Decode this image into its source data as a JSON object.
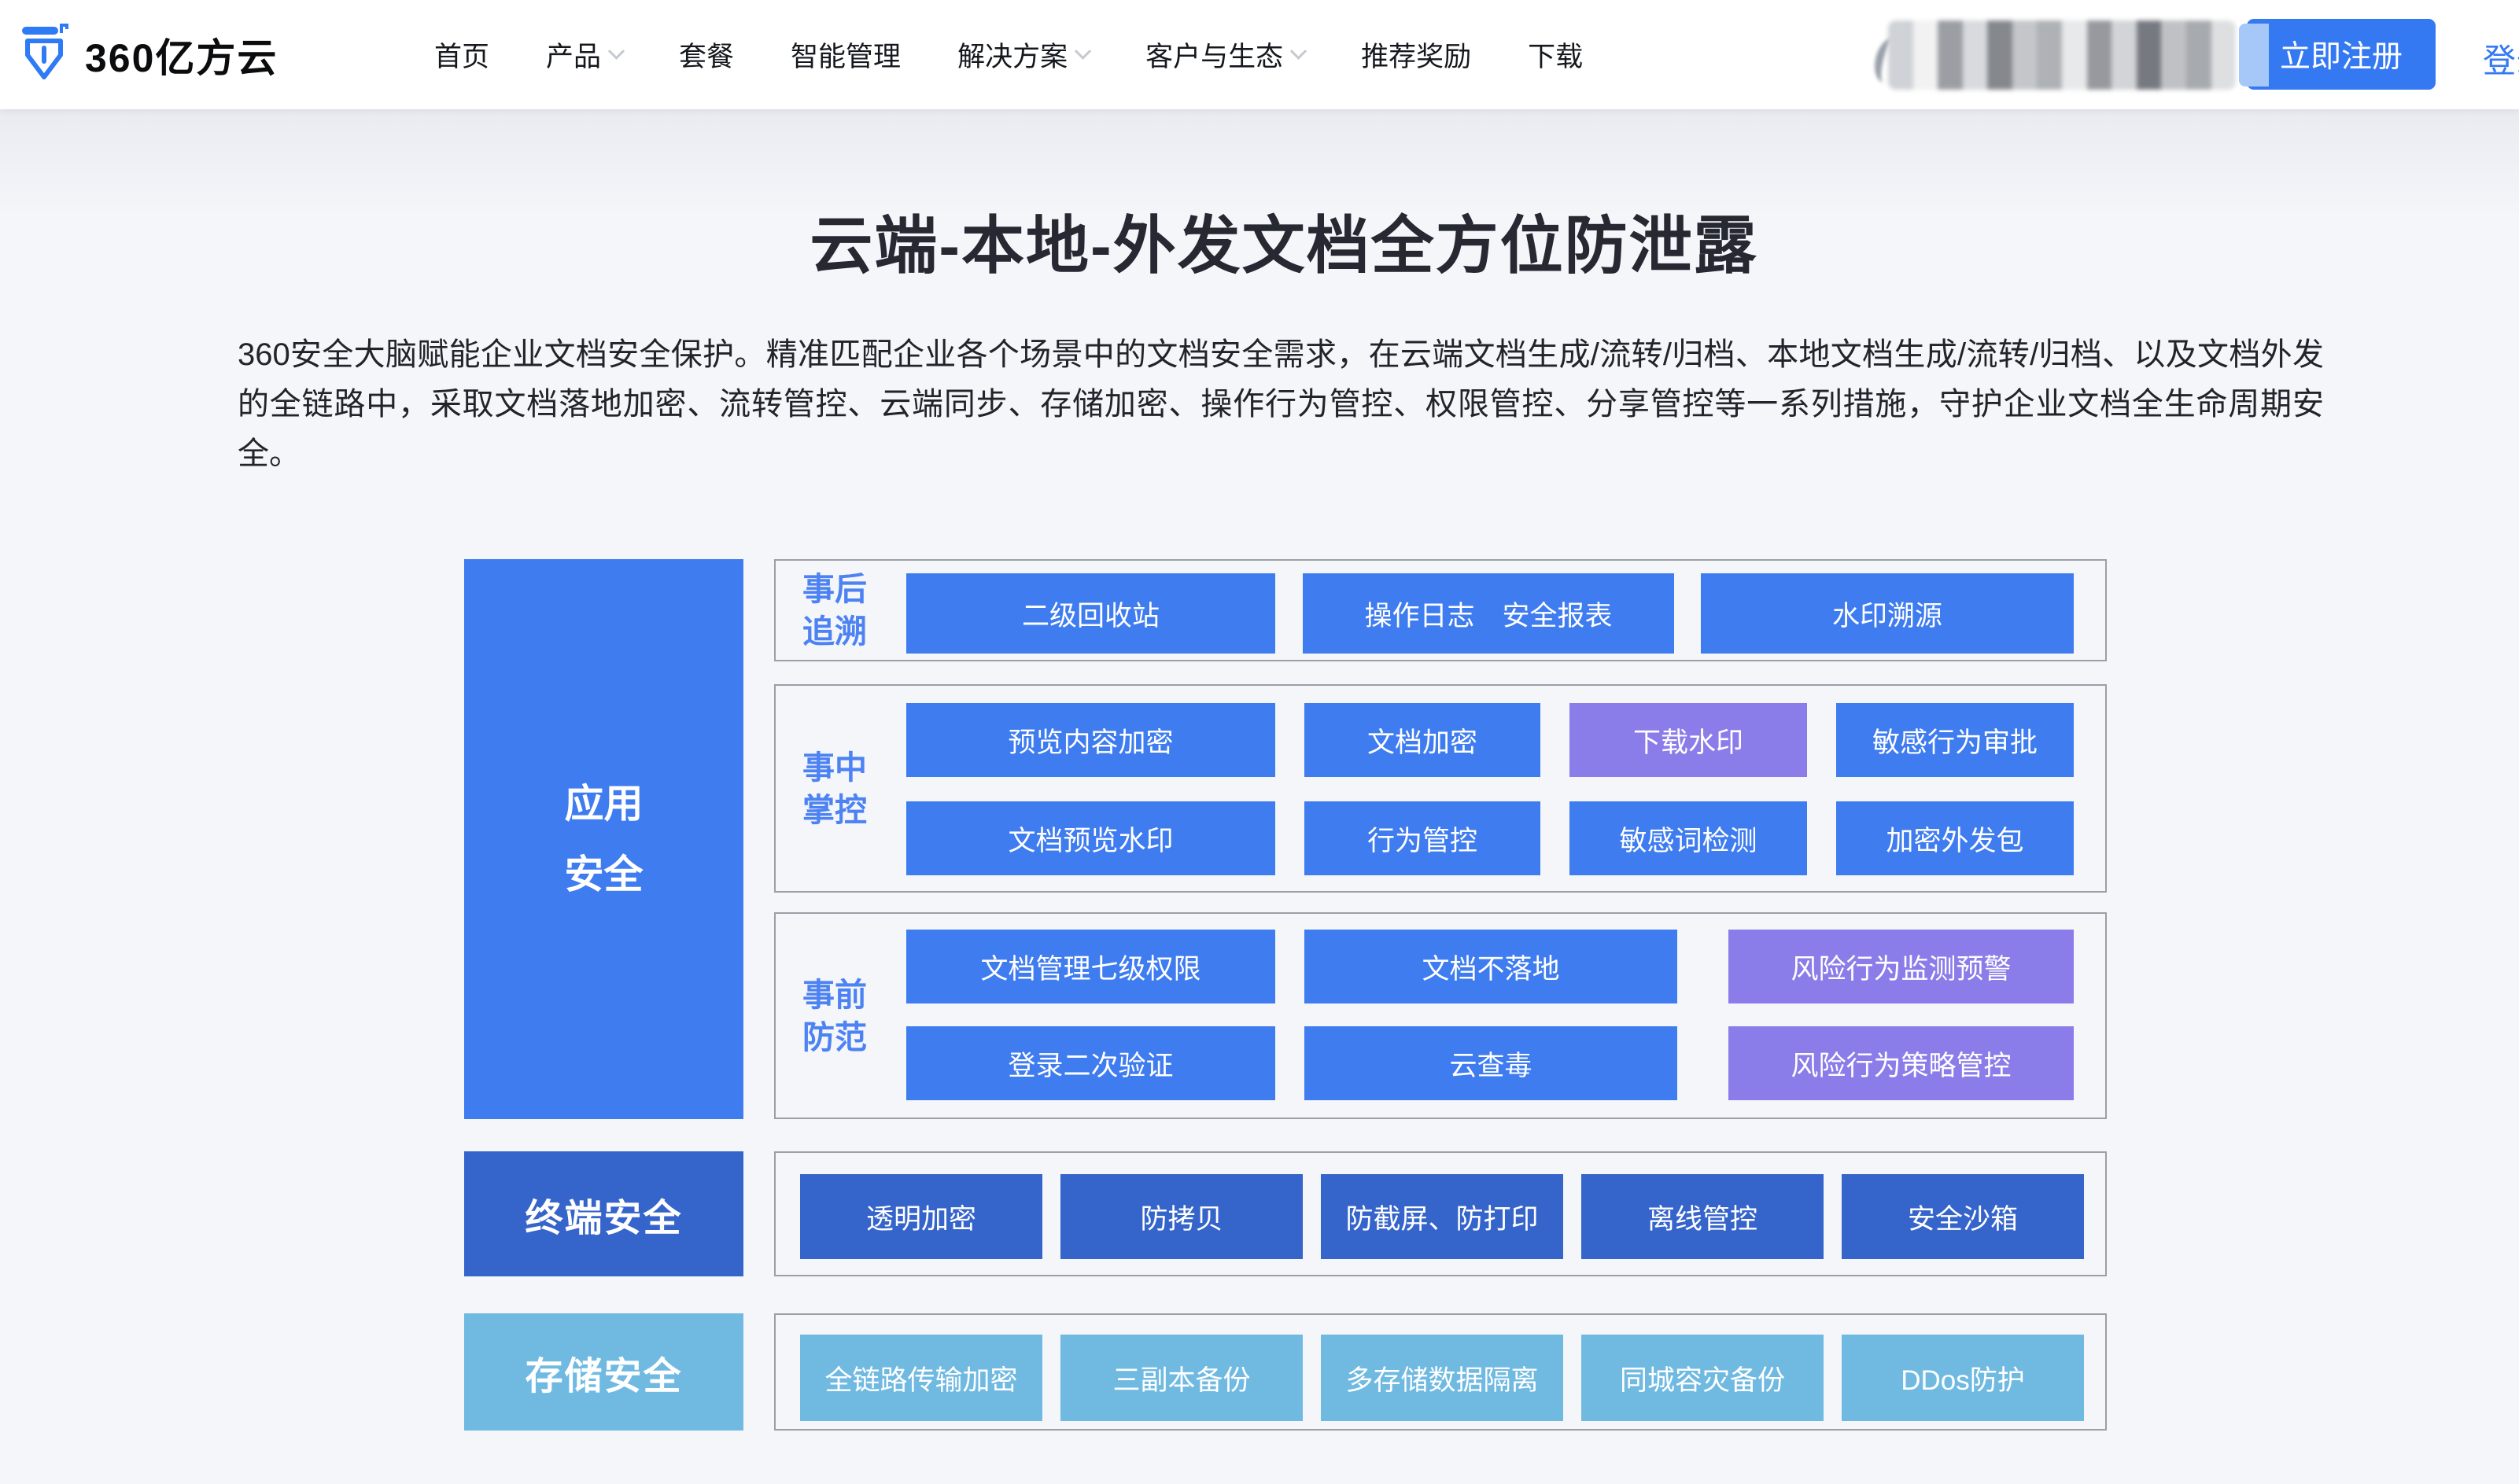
{
  "nav": {
    "logo_text": "360亿方云",
    "items": [
      {
        "label": "首页",
        "has_dropdown": false
      },
      {
        "label": "产品",
        "has_dropdown": true
      },
      {
        "label": "套餐",
        "has_dropdown": false
      },
      {
        "label": "智能管理",
        "has_dropdown": false
      },
      {
        "label": "解决方案",
        "has_dropdown": true
      },
      {
        "label": "客户与生态",
        "has_dropdown": true
      },
      {
        "label": "推荐奖励",
        "has_dropdown": false
      },
      {
        "label": "下载",
        "has_dropdown": false
      }
    ],
    "register_label": "立即注册",
    "login_label": "登录",
    "phone_area": "blurred"
  },
  "hero": {
    "title": "云端-本地-外发文档全方位防泄露",
    "description": "360安全大脑赋能企业文档安全保护。精准匹配企业各个场景中的文档安全需求，在云端文档生成/流转/归档、本地文档生成/流转/归档、以及文档外发的全链路中，采取文档落地加密、流转管控、云端同步、存储加密、操作行为管控、权限管控、分享管控等一系列措施，守护企业文档全生命周期安全。"
  },
  "colors": {
    "primary_blue": "#3e7cf0",
    "purple": "#8a7de9",
    "dark_blue": "#3564ca",
    "light_blue": "#70bae2",
    "accent_button": "#3478f2",
    "section_label_blue": "#4d82f2",
    "panel_border": "#9aa0a8",
    "page_background": "#f4f6fa"
  },
  "icons": {
    "dropdown": "chevron-down",
    "logo": "pen-nib-logo"
  },
  "diagram": {
    "left_labels": [
      {
        "label": "应用\n安全",
        "variant": "blue"
      },
      {
        "label": "终端安全",
        "variant": "dark"
      },
      {
        "label": "存储安全",
        "variant": "light"
      }
    ],
    "sections": [
      {
        "label": "事后\n追溯",
        "rows": [
          [
            {
              "label": "二级回收站",
              "variant": "blue"
            },
            {
              "label": "操作日志　安全报表",
              "variant": "blue"
            },
            {
              "label": "水印溯源",
              "variant": "blue"
            }
          ]
        ]
      },
      {
        "label": "事中\n掌控",
        "rows": [
          [
            {
              "label": "预览内容加密",
              "variant": "blue"
            },
            {
              "label": "文档加密",
              "variant": "blue"
            },
            {
              "label": "下载水印",
              "variant": "purple"
            },
            {
              "label": "敏感行为审批",
              "variant": "blue"
            }
          ],
          [
            {
              "label": "文档预览水印",
              "variant": "blue"
            },
            {
              "label": "行为管控",
              "variant": "blue"
            },
            {
              "label": "敏感词检测",
              "variant": "blue"
            },
            {
              "label": "加密外发包",
              "variant": "blue"
            }
          ]
        ]
      },
      {
        "label": "事前\n防范",
        "rows": [
          [
            {
              "label": "文档管理七级权限",
              "variant": "blue"
            },
            {
              "label": "文档不落地",
              "variant": "blue"
            },
            {
              "label": "风险行为监测预警",
              "variant": "purple"
            }
          ],
          [
            {
              "label": "登录二次验证",
              "variant": "blue"
            },
            {
              "label": "云查毒",
              "variant": "blue"
            },
            {
              "label": "风险行为策略管控",
              "variant": "purple"
            }
          ]
        ]
      },
      {
        "label": "",
        "rows": [
          [
            {
              "label": "透明加密",
              "variant": "dark"
            },
            {
              "label": "防拷贝",
              "variant": "dark"
            },
            {
              "label": "防截屏、防打印",
              "variant": "dark"
            },
            {
              "label": "离线管控",
              "variant": "dark"
            },
            {
              "label": "安全沙箱",
              "variant": "dark"
            }
          ]
        ]
      },
      {
        "label": "",
        "rows": [
          [
            {
              "label": "全链路传输加密",
              "variant": "light"
            },
            {
              "label": "三副本备份",
              "variant": "light"
            },
            {
              "label": "多存储数据隔离",
              "variant": "light"
            },
            {
              "label": "同城容灾备份",
              "variant": "light"
            },
            {
              "label": "DDos防护",
              "variant": "light"
            }
          ]
        ]
      }
    ]
  }
}
